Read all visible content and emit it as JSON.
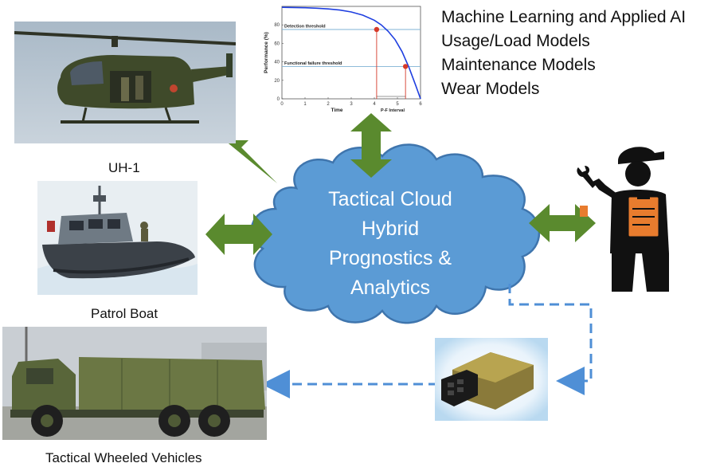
{
  "labels": {
    "helicopter": "UH-1",
    "boat": "Patrol Boat",
    "truck": "Tactical Wheeled Vehicles"
  },
  "models_list": [
    "Machine Learning and Applied AI",
    "Usage/Load Models",
    "Maintenance Models",
    "Wear Models"
  ],
  "cloud": {
    "lines": [
      "Tactical Cloud",
      "Hybrid",
      "Prognostics &",
      "Analytics"
    ]
  },
  "colors": {
    "arrow_green": "#5a8a2e",
    "cloud_blue": "#5b9bd5",
    "cloud_border": "#3f75ad",
    "dashed_blue": "#4f8fd6",
    "chart_curve": "#1f3fe0",
    "chart_point": "#d63a2a",
    "chart_threshold": "#7fb3d5",
    "mechanic_orange": "#e87c2e"
  },
  "chart_data": {
    "type": "line",
    "xlabel": "Time",
    "ylabel": "Performance (%)",
    "xlim": [
      0,
      6
    ],
    "ylim": [
      0,
      100
    ],
    "x_ticks": [
      "0",
      "1",
      "2",
      "3",
      "4",
      "5",
      "6"
    ],
    "y_ticks": [
      "0",
      "20",
      "40",
      "60",
      "80"
    ],
    "series": [
      {
        "x": [
          0,
          0.5,
          1,
          1.5,
          2,
          2.5,
          3,
          3.5,
          4,
          4.3,
          4.6,
          4.9,
          5.2,
          5.5,
          5.8,
          6
        ],
        "values": [
          99,
          98.8,
          98.5,
          98,
          97.2,
          96,
          94,
          90.5,
          85,
          80,
          73,
          64,
          51,
          34,
          14,
          0
        ]
      }
    ],
    "thresholds": [
      {
        "label": "Detection threshold",
        "y": 75
      },
      {
        "label": "Functional failure threshold",
        "y": 35
      }
    ],
    "points": [
      {
        "x": 4.1,
        "y": 75
      },
      {
        "x": 5.35,
        "y": 35
      }
    ],
    "interval_label": "P-F Interval"
  }
}
